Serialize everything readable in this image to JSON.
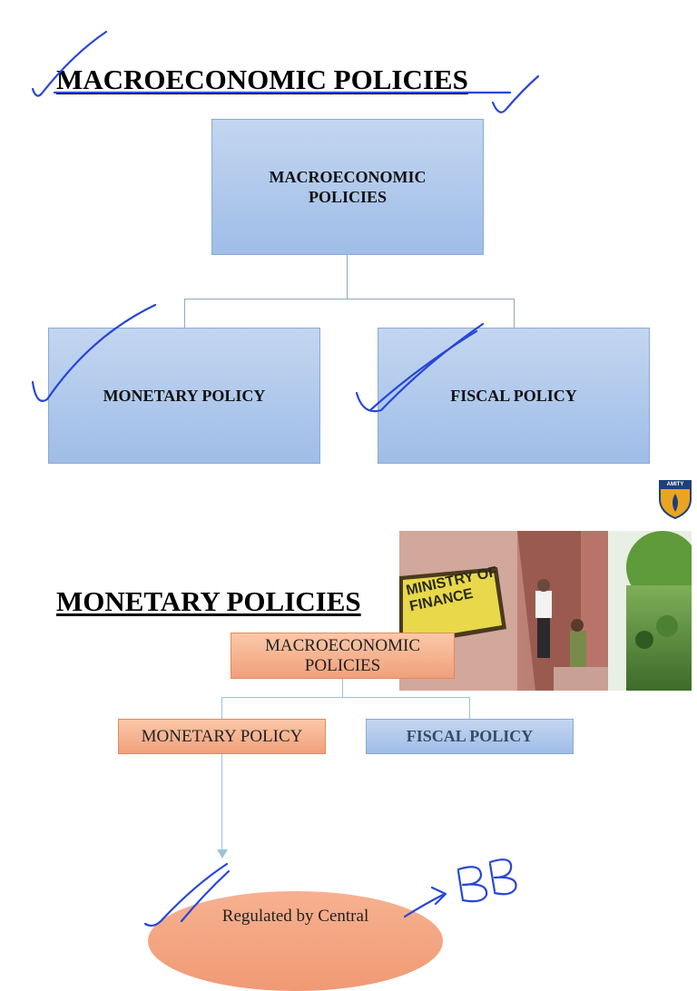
{
  "slide1": {
    "heading": "MACROECONOMIC POLICIES",
    "root_box": "MACROECONOMIC POLICIES",
    "left_box": "MONETARY POLICY",
    "right_box": "FISCAL POLICY"
  },
  "slide2": {
    "heading": "MONETARY POLICIES",
    "logo_text": "AMITY",
    "photo_sign_text": "MINISTRY OF FINANCE",
    "root_box": "MACROECONOMIC POLICIES",
    "left_box": "MONETARY POLICY",
    "right_box": "FISCAL POLICY",
    "oval_text": "Regulated by Central",
    "handwritten_note": "BB"
  },
  "colors": {
    "blue_box": "#a9c4ec",
    "salmon_box": "#f5b08c",
    "ink": "#2746d8"
  }
}
